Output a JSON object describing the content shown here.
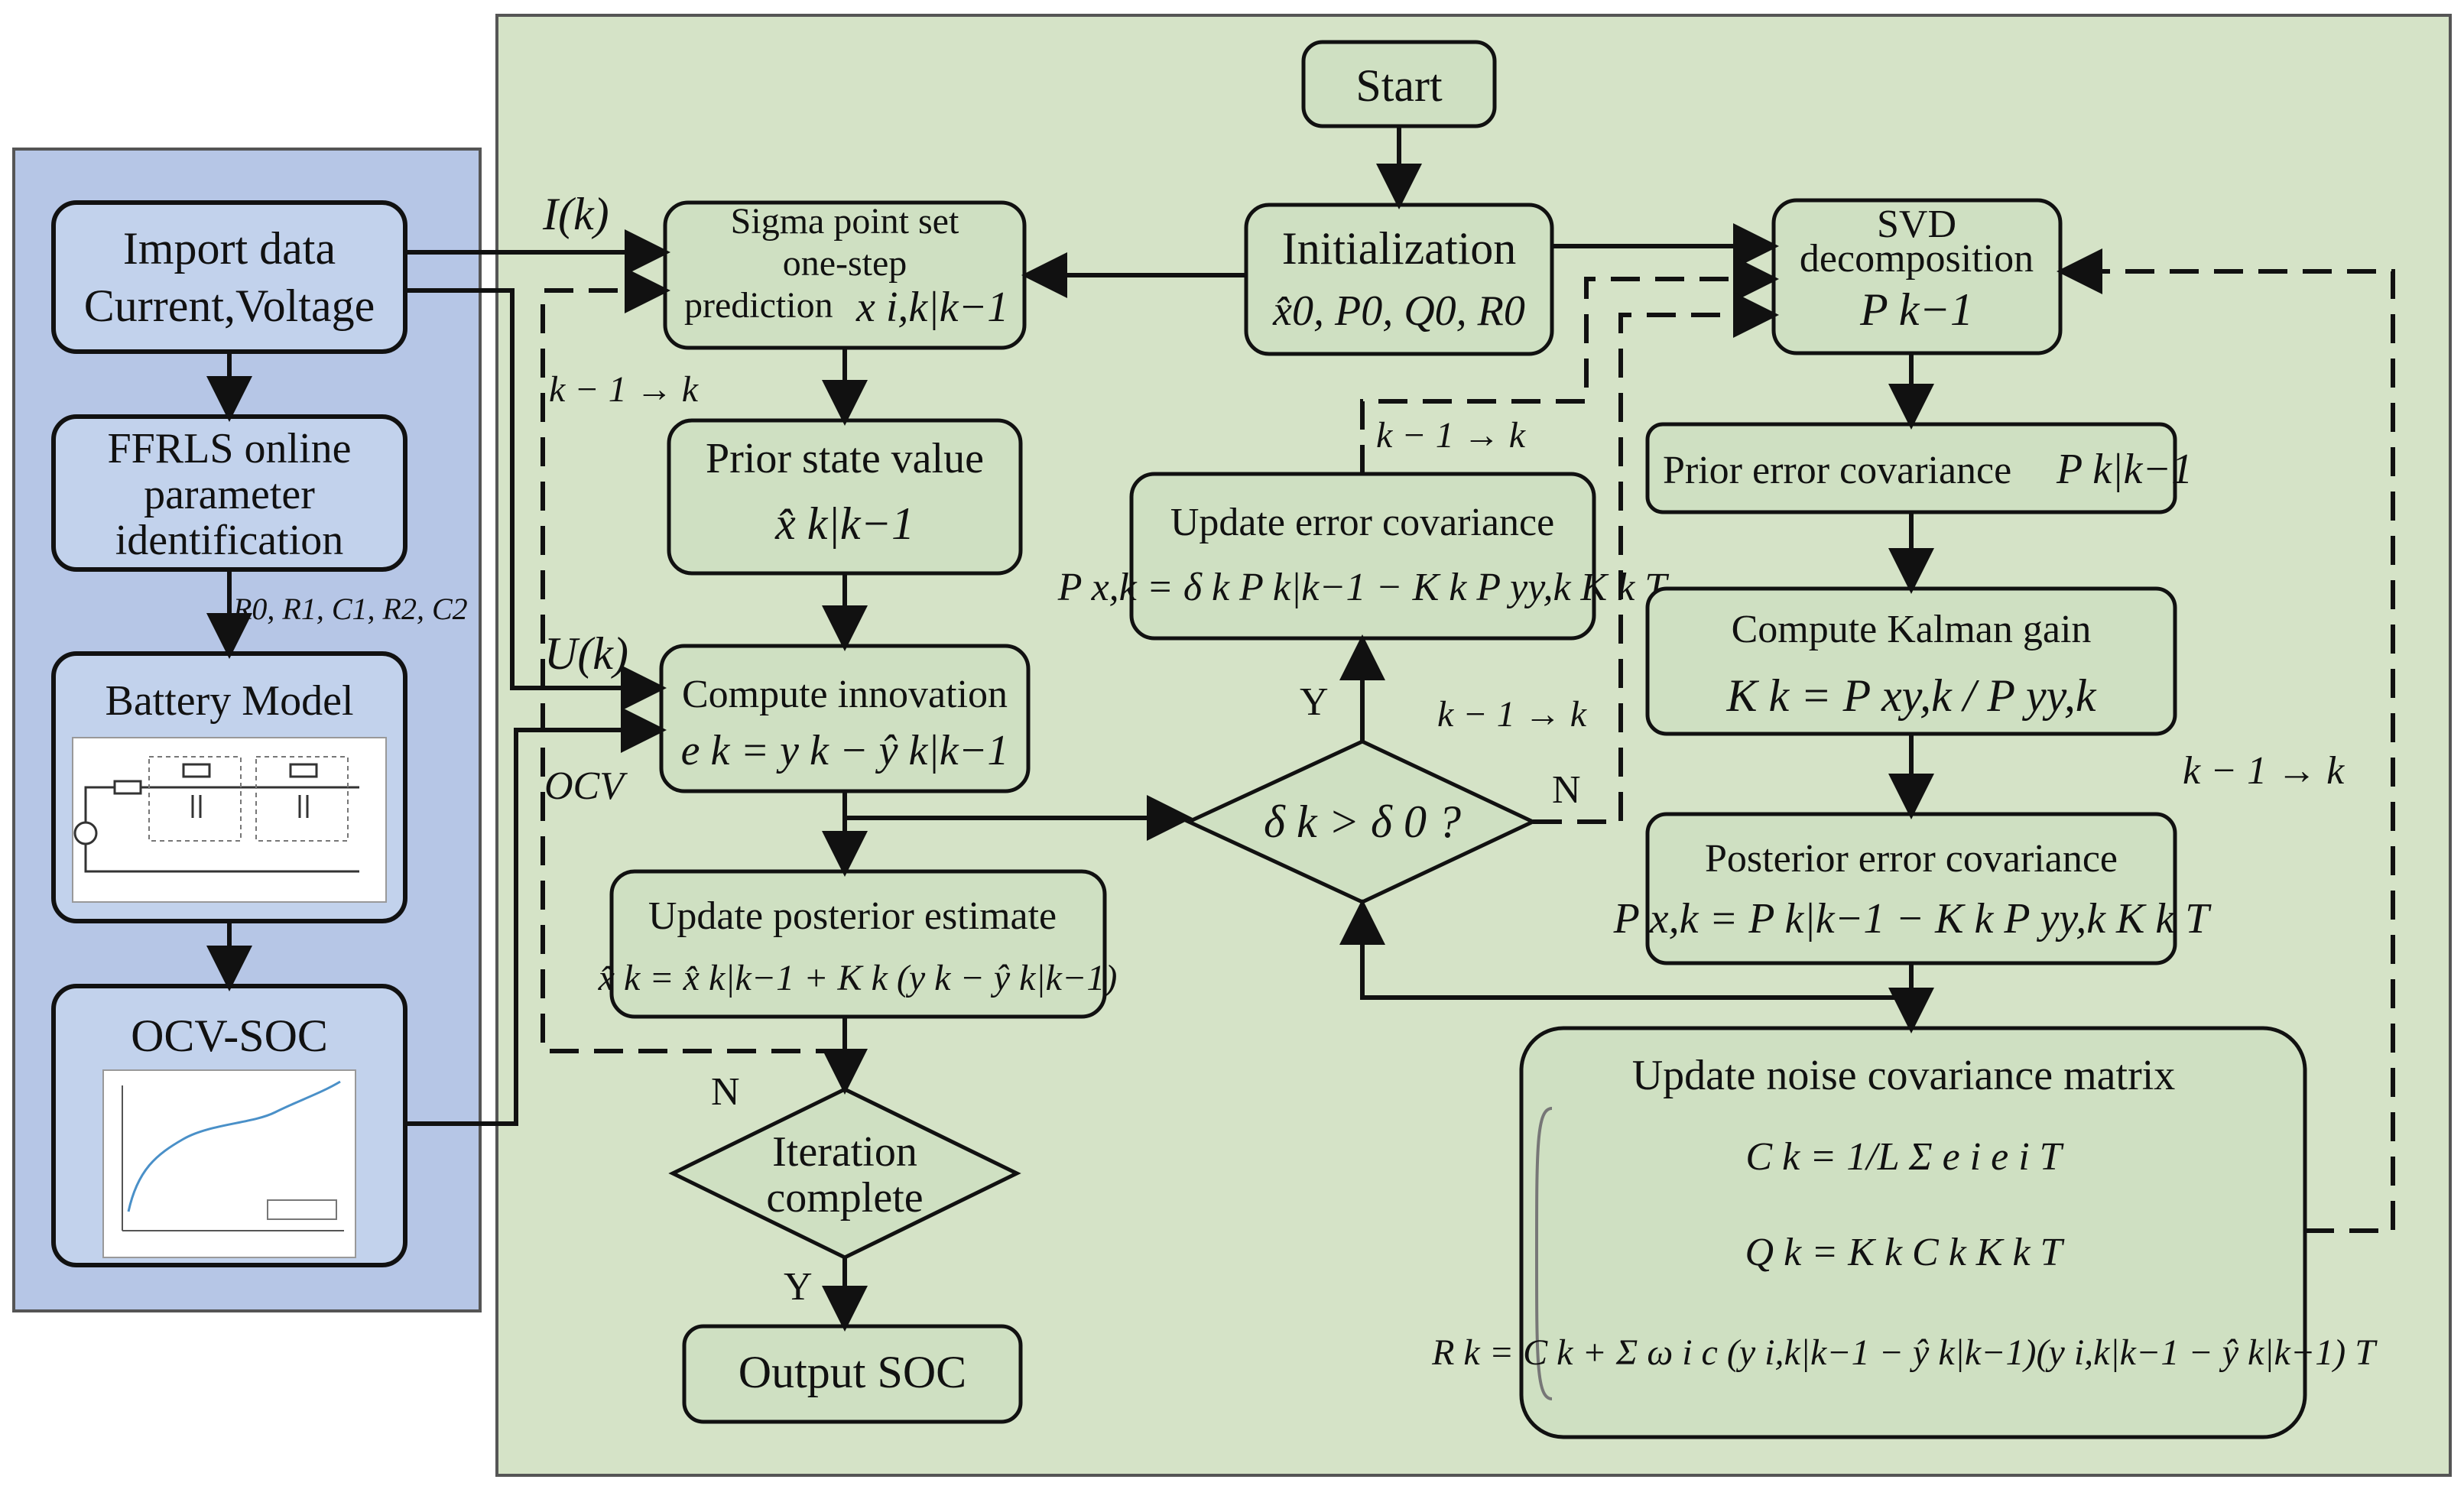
{
  "left_panel": {
    "import_data": [
      "Import data",
      "Current,Voltage"
    ],
    "ffrls": [
      "FFRLS online",
      "parameter",
      "identification"
    ],
    "params_label": "R0, R1, C1, R2, C2",
    "battery_model": "Battery Model",
    "ocv_soc": "OCV-SOC"
  },
  "signals": {
    "current": "I(k)",
    "voltage": "U(k)",
    "ocv": "OCV",
    "step": "k − 1 → k",
    "yes": "Y",
    "no": "N"
  },
  "nodes": {
    "start": "Start",
    "initialization": "Initialization",
    "init_eq": "x̂0, P0, Q0, R0",
    "sigma": [
      "Sigma point set",
      "one-step",
      "prediction"
    ],
    "sigma_eq": "x i,k|k−1",
    "prior_state": "Prior state value",
    "prior_state_eq": "x̂ k|k−1",
    "innovation": "Compute innovation",
    "innovation_eq": "e k = y k − ŷ k|k−1",
    "posterior_est": "Update posterior estimate",
    "posterior_est_eq": "x̂ k = x̂ k|k−1 + K k (y k − ŷ k|k−1)",
    "iteration": [
      "Iteration",
      "complete"
    ],
    "output": "Output SOC",
    "update_err": "Update error covariance",
    "update_err_eq": "P x,k = δ k P k|k−1 − K k P yy,k K k T",
    "decision": "δ k > δ 0 ?",
    "svd": [
      "SVD",
      "decomposition"
    ],
    "svd_eq": "P k−1",
    "prior_err": "Prior error covariance",
    "prior_err_eq": "P k|k−1",
    "kalman": "Compute Kalman gain",
    "kalman_eq": "K k = P xy,k / P yy,k",
    "posterior_err": "Posterior error covariance",
    "posterior_err_eq": "P x,k = P k|k−1 − K k P yy,k K k T",
    "noise": "Update noise covariance matrix",
    "noise_eq_c": "C k = 1/L Σ e i e i T",
    "noise_eq_q": "Q k = K k C k K k T",
    "noise_eq_r": "R k = C k + Σ ω i c (y i,k|k−1 − ŷ k|k−1)(y i,k|k−1 − ŷ k|k−1) T"
  },
  "colors": {
    "left_panel_bg": "#b6c6e6",
    "main_panel_bg": "#d5e3c7",
    "box_fill": "#cfe0c2",
    "line": "#111111"
  }
}
